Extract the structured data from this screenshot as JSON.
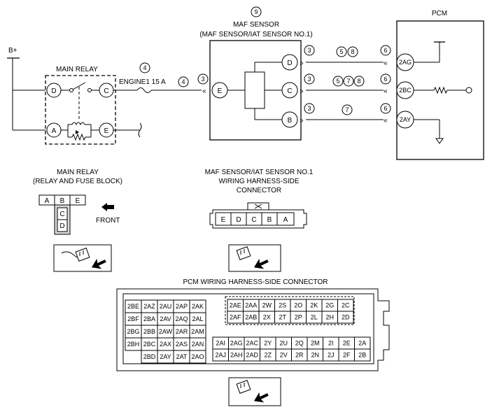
{
  "labels": {
    "b_plus": "B+",
    "main_relay": "MAIN RELAY",
    "engine_fuse": "ENGINE1 15 A",
    "maf_title_num": "9",
    "maf_title": "MAF SENSOR",
    "maf_subtitle": "(MAF SENSOR/IAT SENSOR NO.1)",
    "pcm": "PCM",
    "relay_block_title": "MAIN RELAY",
    "relay_block_subtitle": "(RELAY AND FUSE BLOCK)",
    "front": "FRONT",
    "maf_conn_title1": "MAF SENSOR/IAT SENSOR NO.1",
    "maf_conn_title2": "WIRING HARNESS-SIDE",
    "maf_conn_title3": "CONNECTOR",
    "pcm_conn_title": "PCM WIRING HARNESS-SIDE CONNECTOR"
  },
  "relay_terminals": {
    "d": "D",
    "c": "C",
    "a": "A",
    "e": "E"
  },
  "maf_terminals": {
    "d": "D",
    "c": "C",
    "b": "B",
    "e": "E"
  },
  "pcm_terminals": {
    "ag": "2AG",
    "bc": "2BC",
    "ay": "2AY"
  },
  "circle_numbers": {
    "fuse": "4",
    "wire_left": "4",
    "maf_e": "3",
    "maf_d": "3",
    "maf_c": "3",
    "maf_b": "3",
    "pcm_ag": "6",
    "pcm_bc": "6",
    "pcm_ay": "6",
    "d_wire": [
      "5",
      "8"
    ],
    "c_wire": [
      "5",
      "7",
      "8"
    ],
    "b_wire": [
      "7"
    ]
  },
  "relay_block_cells": {
    "top": [
      "A",
      "B",
      "E"
    ],
    "inner": [
      "C",
      "D"
    ]
  },
  "maf_connector_pins": [
    "E",
    "D",
    "C",
    "B",
    "A"
  ],
  "pcm_left_grid": [
    [
      "2BE",
      "2AZ",
      "2AU",
      "2AP",
      "2AK"
    ],
    [
      "2BF",
      "2BA",
      "2AV",
      "2AQ",
      "2AL"
    ],
    [
      "2BG",
      "2BB",
      "2AW",
      "2AR",
      "2AM"
    ],
    [
      "2BH",
      "2BC",
      "2AX",
      "2AS",
      "2AN"
    ],
    [
      "",
      "2BD",
      "2AY",
      "2AT",
      "2AO"
    ]
  ],
  "pcm_right_top": [
    [
      "2AE",
      "2AA",
      "2W",
      "2S",
      "2O",
      "2K",
      "2G",
      "2C"
    ],
    [
      "2AF",
      "2AB",
      "2X",
      "2T",
      "2P",
      "2L",
      "2H",
      "2D"
    ]
  ],
  "pcm_right_bottom": [
    [
      "2AI",
      "2AG",
      "2AC",
      "2Y",
      "2U",
      "2Q",
      "2M",
      "2I",
      "2E",
      "2A"
    ],
    [
      "2AJ",
      "2AH",
      "2AD",
      "2Z",
      "2V",
      "2R",
      "2N",
      "2J",
      "2F",
      "2B"
    ]
  ]
}
